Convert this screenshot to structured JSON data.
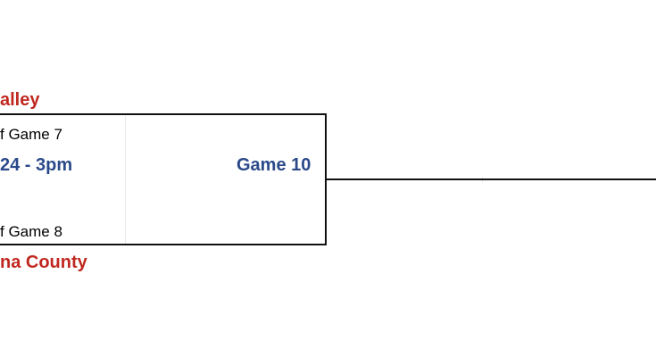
{
  "bracket": {
    "top_team": "alley",
    "top_slot": "f Game 7",
    "date_time": "24 - 3pm",
    "game_label": "Game 10",
    "bottom_slot": "f Game 8",
    "bottom_team": "na County"
  },
  "colors": {
    "team": "#c0281f",
    "game_info": "#2b4a8a",
    "line": "#111111"
  }
}
